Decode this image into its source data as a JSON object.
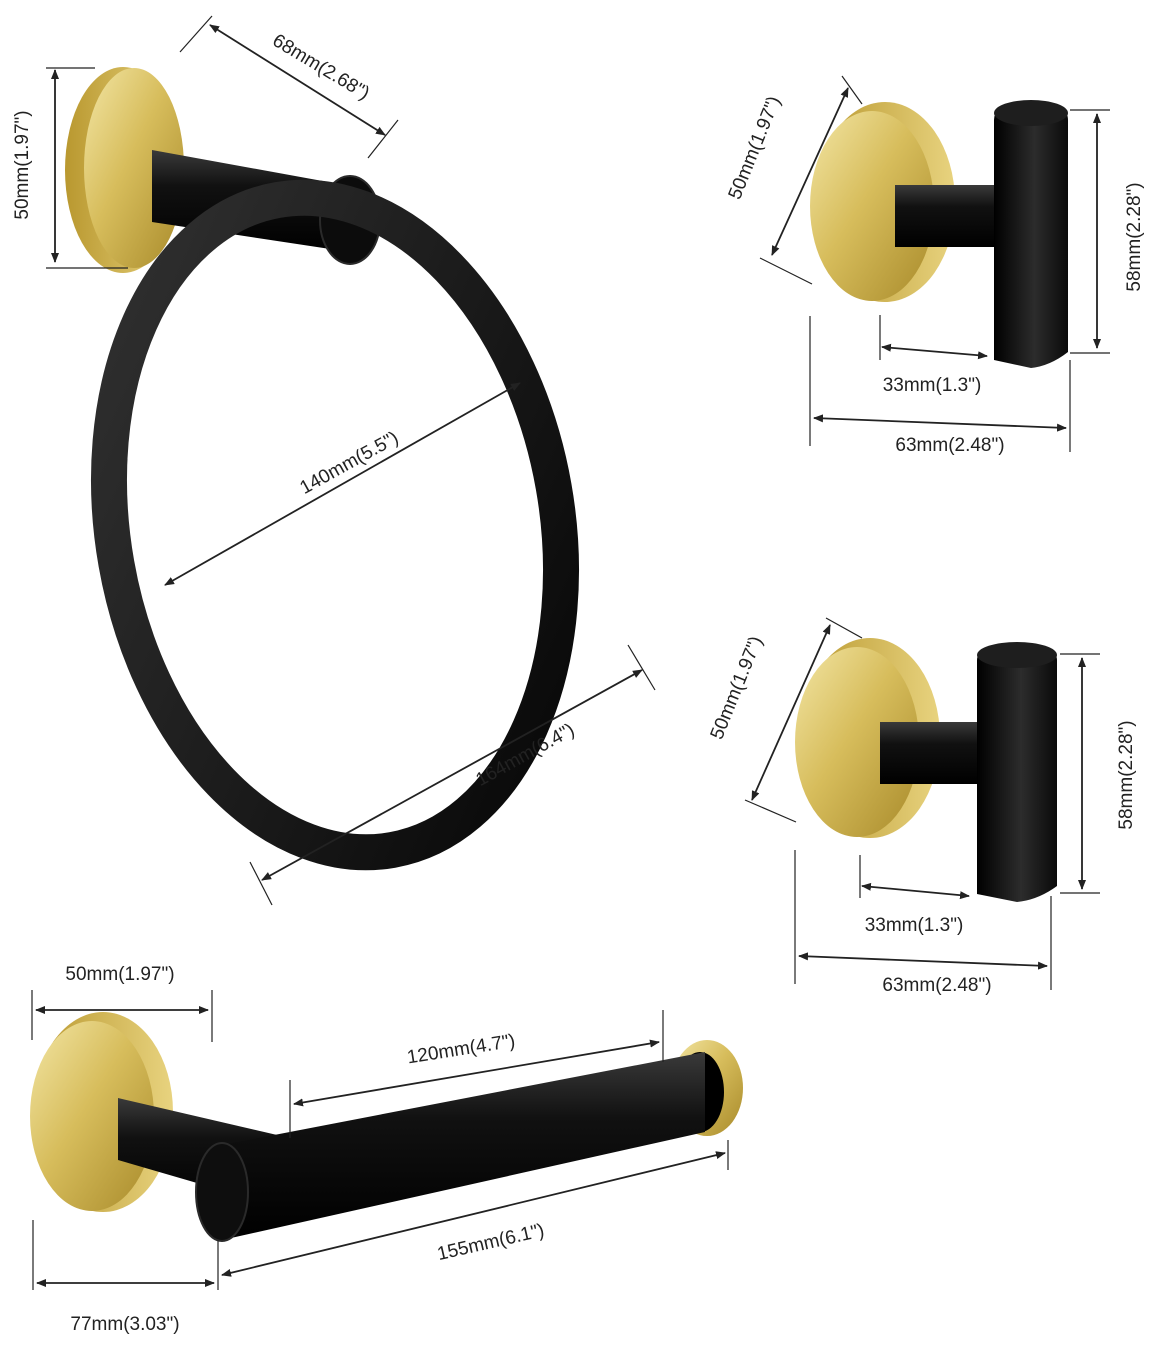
{
  "colors": {
    "black_finish": "#111111",
    "gold_finish": "#d7bd5c",
    "gold_highlight": "#f3e6a5",
    "gold_shadow": "#a88a2a",
    "dimension_ink": "#222222"
  },
  "towel_ring": {
    "base_diameter": "50mm(1.97\")",
    "projection": "68mm(2.68\")",
    "ring_inner_diameter": "140mm(5.5\")",
    "overall_height": "164mm(6.4\")"
  },
  "robe_hook_top": {
    "base_diameter": "50mm(1.97\")",
    "hook_height": "58mm(2.28\")",
    "arm_length": "33mm(1.3\")",
    "overall_depth": "63mm(2.48\")"
  },
  "robe_hook_bottom": {
    "base_diameter": "50mm(1.97\")",
    "hook_height": "58mm(2.28\")",
    "arm_length": "33mm(1.3\")",
    "overall_depth": "63mm(2.48\")"
  },
  "paper_holder": {
    "base_diameter": "50mm(1.97\")",
    "bar_length": "120mm(4.7\")",
    "overall_length": "155mm(6.1\")",
    "projection": "77mm(3.03\")"
  }
}
